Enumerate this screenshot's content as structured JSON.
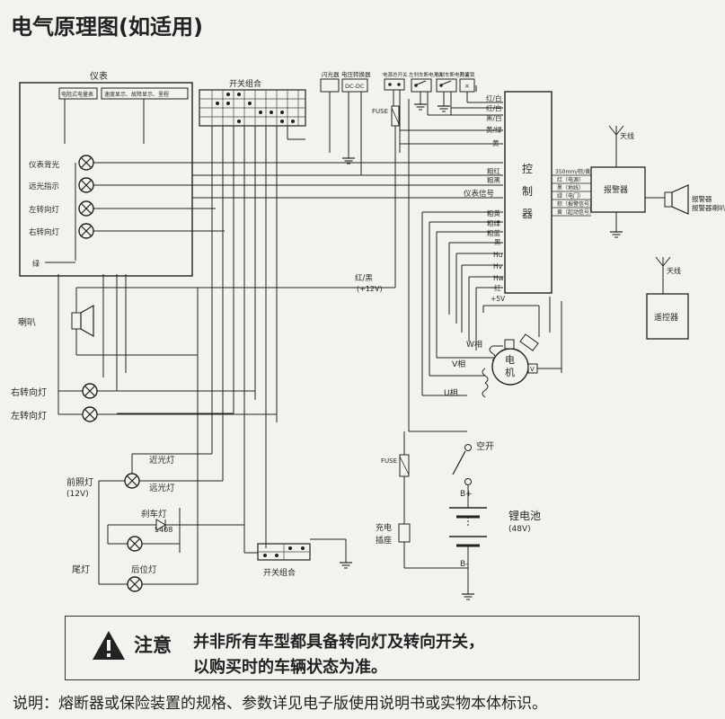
{
  "title": "电气原理图(如适用)",
  "instrument_panel": {
    "title": "仪表",
    "lcd_label": "电阻式电量表",
    "speed_label": "速度显示、故障显示、里程",
    "lamps": [
      "仪表背光",
      "远光指示",
      "左转向灯",
      "右转向灯"
    ],
    "ground_label": "绿"
  },
  "switch_combo_top": "开关组合",
  "flash_relay": "闪光器",
  "dcdc": {
    "title": "电压转换器",
    "label": "DC-DC"
  },
  "top_switches": [
    "电源总开关",
    "左刹车断电开关",
    "右刹车断电开关",
    "防盗锁"
  ],
  "fuse_label": "FUSE",
  "controller": {
    "title": [
      "控",
      "制",
      "器"
    ],
    "wires_top": [
      "红/白",
      "红/白",
      "黑/白",
      "黄/绿",
      "黄"
    ],
    "wires_mid": [
      "粗红",
      "粗黑",
      "仪表信号"
    ],
    "wires_low": [
      "粗黄",
      "粗绿",
      "粗蓝",
      "黑",
      "Hu",
      "Hv",
      "Hw",
      "红",
      "+5V"
    ]
  },
  "alarm": {
    "title": "报警器",
    "antenna_label": "天线",
    "speaker_label": "报警器喇叭",
    "wires": [
      "350mm/棕/黄",
      "红（电源）",
      "黑（地线）",
      "绿（电门）",
      "棕（报警信号）",
      "黄（起动信号）"
    ]
  },
  "remote": {
    "antenna_label": "天线",
    "label": "遥控器"
  },
  "speaker_label": "喇叭",
  "turn_lights": [
    "右转向灯",
    "左转向灯"
  ],
  "supply_label": "红/黑",
  "supply_voltage": "(+12V)",
  "motor": {
    "label_top": "电",
    "label_bottom": "机",
    "phases": [
      "W相",
      "V相",
      "U相"
    ]
  },
  "headlight": {
    "label": "前照灯",
    "voltage": "(12V)",
    "near": "近光灯",
    "far": "远光灯"
  },
  "brake": {
    "label": "刹车灯",
    "code": "5408"
  },
  "tail": {
    "label": "尾灯",
    "rear": "后位灯"
  },
  "switch_combo_bottom": "开关组合",
  "battery": {
    "breaker": "空开",
    "fuse": "FUSE",
    "b_plus": "B+",
    "b_minus": "B-",
    "charge_label_1": "充电",
    "charge_label_2": "插座",
    "label": "锂电池",
    "voltage": "(48V)"
  },
  "notice": {
    "heading": "注意",
    "line1": "并非所有车型都具备转向灯及转向开关，",
    "line2": "以购买时的车辆状态为准。"
  },
  "footnote": "说明：熔断器或保险装置的规格、参数详见电子版使用说明书或实物本体标识。"
}
